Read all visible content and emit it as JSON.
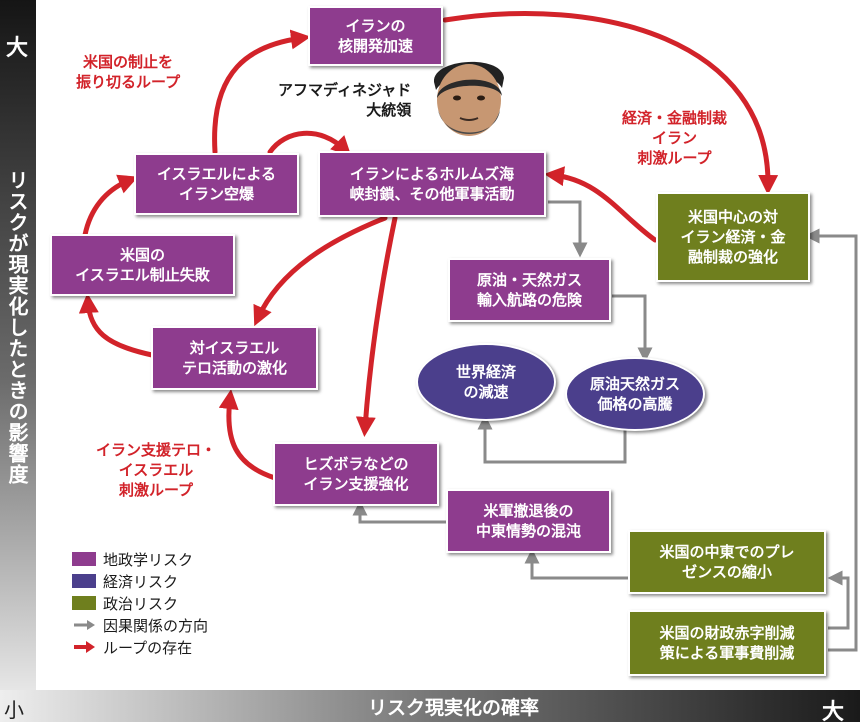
{
  "axes": {
    "y_title": "リスクが現実化したときの影響度",
    "y_max": "大",
    "x_title": "リスク現実化の確率",
    "x_min": "小",
    "x_max": "大"
  },
  "portrait": {
    "caption_lines": [
      "アフマディネジャド",
      "大統領"
    ]
  },
  "nodes": {
    "nuclear": {
      "lines": [
        "イランの",
        "核開発加速"
      ]
    },
    "hormuz": {
      "lines": [
        "イランによるホルムズ海",
        "峡封鎖、その他軍事活動"
      ]
    },
    "airstrike": {
      "lines": [
        "イスラエルによる",
        "イラン空爆"
      ]
    },
    "restraint_fail": {
      "lines": [
        "米国の",
        "イスラエル制止失敗"
      ]
    },
    "anti_israel": {
      "lines": [
        "対イスラエル",
        "テロ活動の激化"
      ]
    },
    "hezbollah": {
      "lines": [
        "ヒズボラなどの",
        "イラン支援強化"
      ]
    },
    "oil_route": {
      "lines": [
        "原油・天然ガス",
        "輸入航路の危険"
      ]
    },
    "world_econ": {
      "lines": [
        "世界経済",
        "の減速"
      ]
    },
    "oil_price": {
      "lines": [
        "原油天然ガス",
        "価格の高騰"
      ]
    },
    "sanctions": {
      "lines": [
        "米国中心の対",
        "イラン経済・金",
        "融制裁の強化"
      ]
    },
    "withdrawal": {
      "lines": [
        "米軍撤退後の",
        "中東情勢の混沌"
      ]
    },
    "presence": {
      "lines": [
        "米国の中東でのプレ",
        "ゼンスの縮小"
      ]
    },
    "deficit": {
      "lines": [
        "米国の財政赤字削減",
        "策による軍事費削減"
      ]
    }
  },
  "loop_labels": {
    "restraint_loop": [
      "米国の制止を",
      "振り切るループ"
    ],
    "sanction_loop": [
      "経済・金融制裁",
      "イラン",
      "刺激ループ"
    ],
    "terror_loop": [
      "イラン支援テロ・",
      "イスラエル",
      "刺激ループ"
    ]
  },
  "legend": [
    {
      "label": "地政学リスク",
      "kind": "swatch",
      "color": "#8e3c8e"
    },
    {
      "label": "経済リスク",
      "kind": "swatch",
      "color": "#4b3f8c"
    },
    {
      "label": "政治リスク",
      "kind": "swatch",
      "color": "#6f7f1e"
    },
    {
      "label": "因果関係の方向",
      "kind": "arrow",
      "color": "#8a8a8a"
    },
    {
      "label": "ループの存在",
      "kind": "arrow",
      "color": "#d2232a"
    }
  ],
  "colors": {
    "geopolitical": "#8e3c8e",
    "economic": "#4b3f8c",
    "political": "#6f7f1e",
    "causal_arrow": "#8a8a8a",
    "loop_arrow": "#d2232a"
  }
}
